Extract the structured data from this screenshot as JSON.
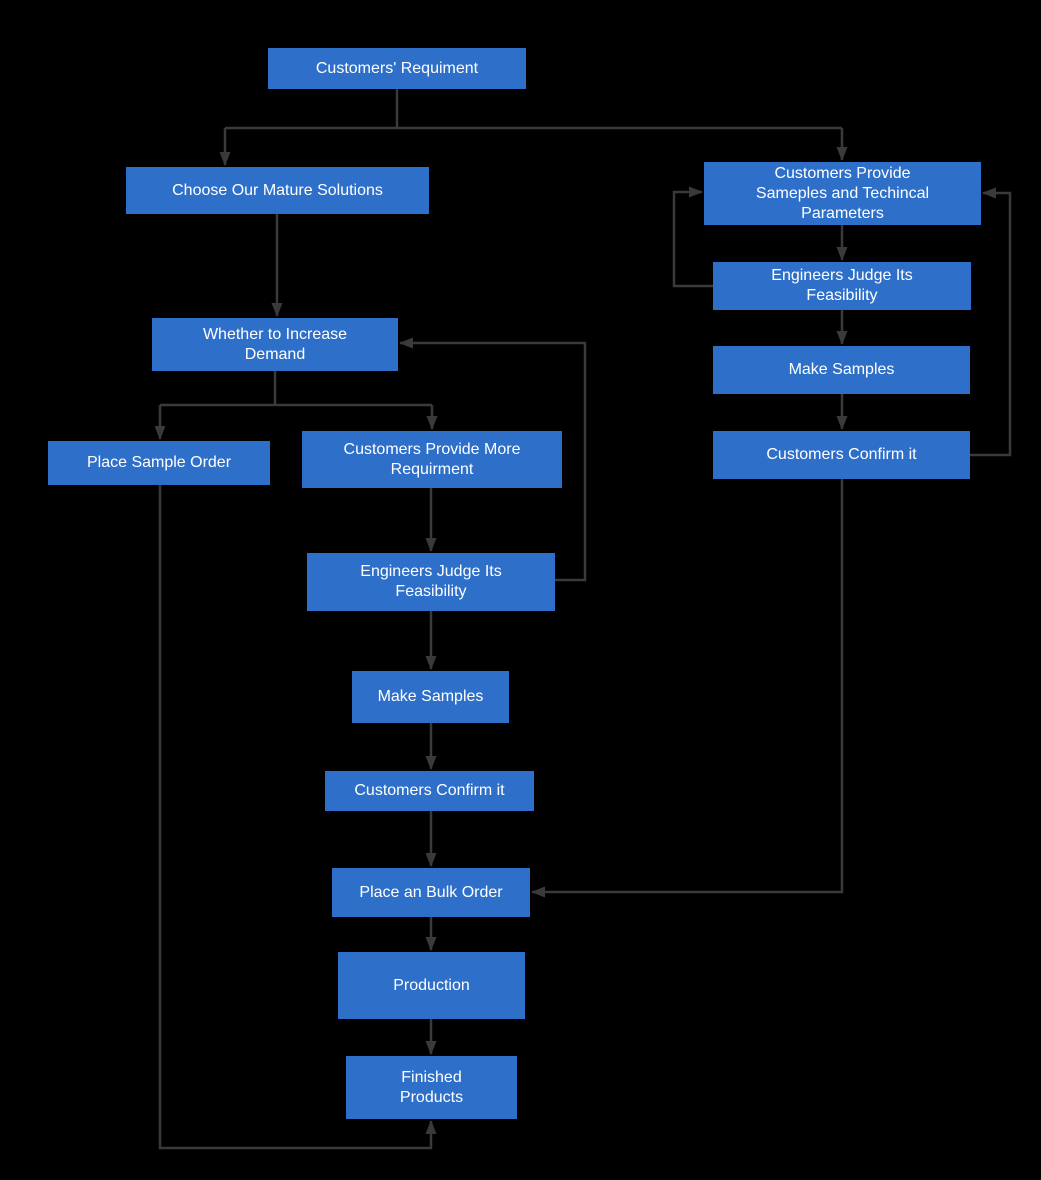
{
  "diagram": {
    "type": "flowchart",
    "colors": {
      "background": "#000000",
      "node_fill": "#2e6fc9",
      "node_text": "#ffffff",
      "connector": "#3a3a3a"
    },
    "nodes": {
      "customers_requirement": {
        "label": "Customers' Requiment"
      },
      "choose_mature_solutions": {
        "label": "Choose Our Mature Solutions"
      },
      "provide_samples_params": {
        "label": "Customers Provide Sameples and Techincal Parameters"
      },
      "engineers_judge_right": {
        "label": "Engineers Judge Its Feasibility"
      },
      "make_samples_right": {
        "label": "Make Samples"
      },
      "customers_confirm_right": {
        "label": "Customers Confirm it"
      },
      "whether_increase_demand": {
        "label": "Whether to Increase Demand"
      },
      "place_sample_order": {
        "label": "Place Sample Order"
      },
      "provide_more_requirement": {
        "label": "Customers Provide More Requirment"
      },
      "engineers_judge_mid": {
        "label": "Engineers Judge Its Feasibility"
      },
      "make_samples_mid": {
        "label": "Make Samples"
      },
      "customers_confirm_mid": {
        "label": "Customers Confirm it"
      },
      "place_bulk_order": {
        "label": "Place an Bulk Order"
      },
      "production": {
        "label": "Production"
      },
      "finished_products": {
        "label": "Finished Products"
      }
    },
    "edges": [
      {
        "from": "customers_requirement",
        "to": "choose_mature_solutions"
      },
      {
        "from": "customers_requirement",
        "to": "provide_samples_params"
      },
      {
        "from": "choose_mature_solutions",
        "to": "whether_increase_demand"
      },
      {
        "from": "whether_increase_demand",
        "to": "place_sample_order"
      },
      {
        "from": "whether_increase_demand",
        "to": "provide_more_requirement"
      },
      {
        "from": "provide_more_requirement",
        "to": "engineers_judge_mid"
      },
      {
        "from": "engineers_judge_mid",
        "to": "make_samples_mid"
      },
      {
        "from": "engineers_judge_mid",
        "to": "whether_increase_demand"
      },
      {
        "from": "make_samples_mid",
        "to": "customers_confirm_mid"
      },
      {
        "from": "customers_confirm_mid",
        "to": "place_bulk_order"
      },
      {
        "from": "place_bulk_order",
        "to": "production"
      },
      {
        "from": "production",
        "to": "finished_products"
      },
      {
        "from": "place_sample_order",
        "to": "finished_products"
      },
      {
        "from": "provide_samples_params",
        "to": "engineers_judge_right"
      },
      {
        "from": "engineers_judge_right",
        "to": "make_samples_right"
      },
      {
        "from": "engineers_judge_right",
        "to": "provide_samples_params"
      },
      {
        "from": "make_samples_right",
        "to": "customers_confirm_right"
      },
      {
        "from": "customers_confirm_right",
        "to": "provide_samples_params"
      },
      {
        "from": "customers_confirm_right",
        "to": "place_bulk_order"
      }
    ]
  }
}
